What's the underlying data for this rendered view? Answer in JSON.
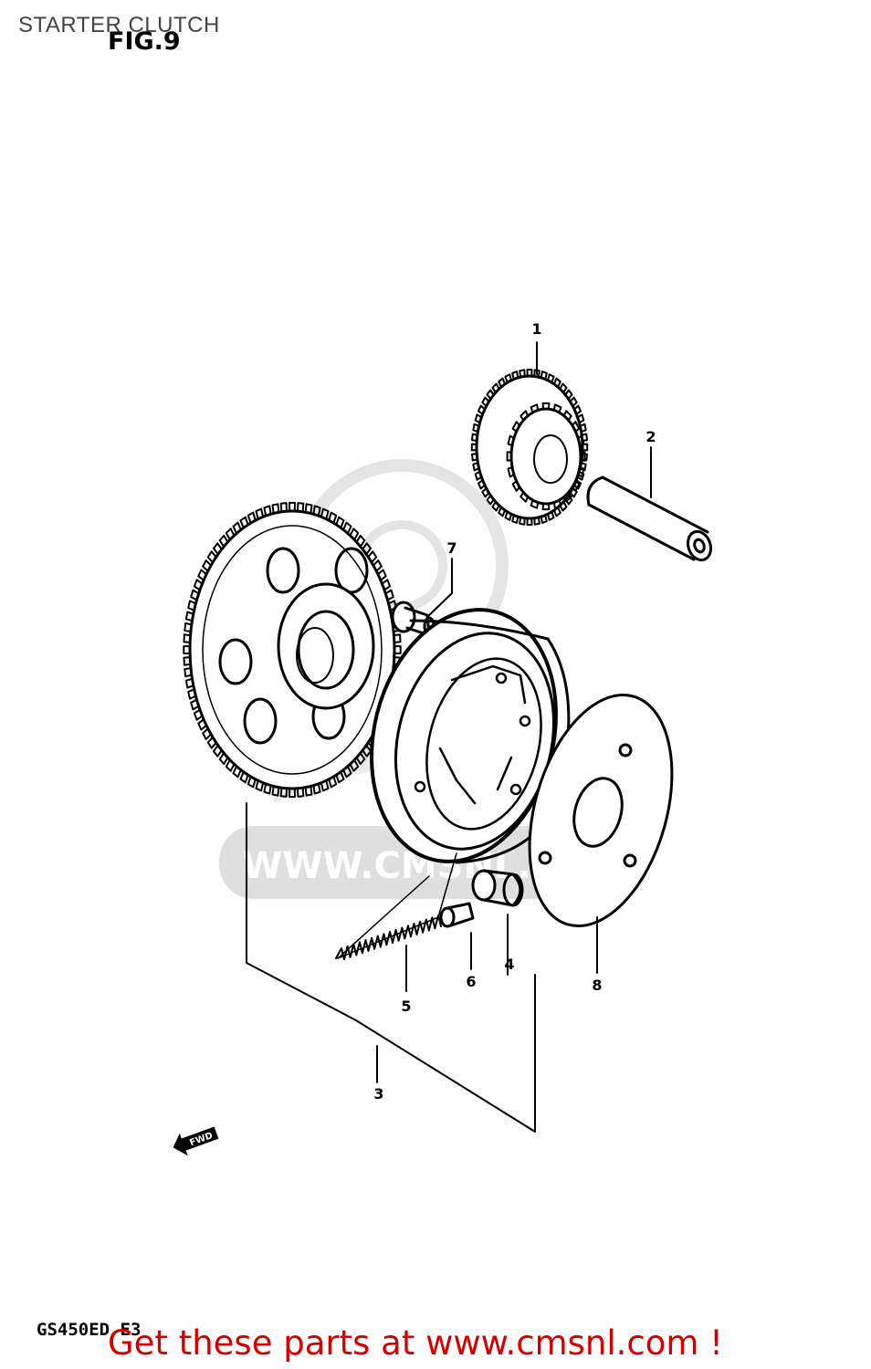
{
  "header": {
    "page_title": "STARTER CLUTCH",
    "figure_label": "FIG.9"
  },
  "diagram": {
    "callouts": [
      "1",
      "2",
      "3",
      "4",
      "5",
      "6",
      "7",
      "8"
    ],
    "direction_marker": "FWD",
    "watermark_text": "WWW.CMSNL.COM"
  },
  "footer": {
    "model_code": "GS450ED E3",
    "promo_text": "Get these parts at www.cmsnl.com !"
  },
  "colors": {
    "line_art": "#000000",
    "promo": "#d40000",
    "watermark": "#dcdcdc"
  }
}
